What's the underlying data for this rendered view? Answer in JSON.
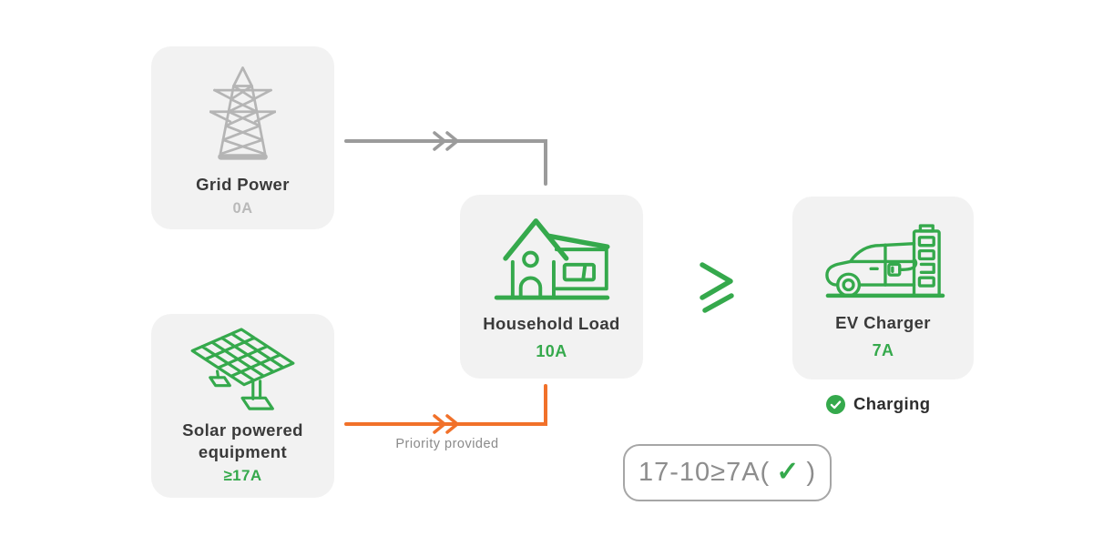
{
  "colors": {
    "green": "#35a94c",
    "orange": "#f1712a",
    "gray_line": "#9b9b9b",
    "card_background": "#f2f2f2",
    "dark_text": "#3a3a3a",
    "muted_value": "#b9b9b9",
    "tower_gray": "#b5b5b5",
    "label_gray": "#8a8a8a"
  },
  "cards": {
    "grid_power": {
      "label": "Grid Power",
      "value": "0A",
      "icon": "transmission-tower-icon"
    },
    "solar": {
      "label": "Solar powered equipment",
      "value": "≥17A",
      "icon": "solar-panel-icon"
    },
    "household": {
      "label": "Household Load",
      "value": "10A",
      "icon": "house-icon"
    },
    "ev_charger": {
      "label": "EV Charger",
      "value": "7A",
      "icon": "ev-car-charging-icon"
    }
  },
  "flows": {
    "grid_to_household": {
      "color": "#9b9b9b",
      "label": ""
    },
    "solar_to_household": {
      "color": "#f1712a",
      "label": "Priority provided"
    }
  },
  "comparison": {
    "symbol": "≥"
  },
  "status": {
    "label": "Charging",
    "icon": "check-circle-icon"
  },
  "formula": {
    "left": "17-10≥7A(",
    "check": "✓",
    "right": ")"
  }
}
